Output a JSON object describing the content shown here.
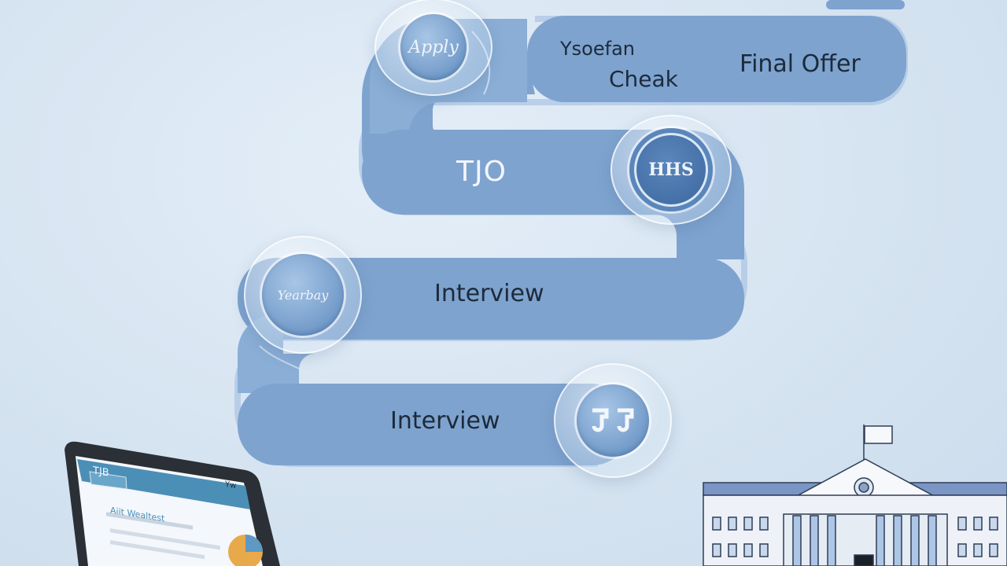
{
  "steps": [
    {
      "label": "Final Offer"
    },
    {
      "label": "TJO"
    },
    {
      "label": "Interview"
    },
    {
      "label": "Interview"
    }
  ],
  "top_text": {
    "line1": "Ysoefan",
    "line2": "Cheak"
  },
  "badges": {
    "apply": "Apply",
    "hhs": "HHS",
    "yearbay": "Yearbay",
    "icon": "two-hooks-icon"
  },
  "laptop": {
    "header": "TJB",
    "tab": "Yw",
    "heading": "Aiit Wealtest"
  },
  "colors": {
    "ribbon": "#7ea3cf",
    "ribbon_edge": "#a9c3e2",
    "background": "#d6e4f1",
    "text": "#1d2a3a"
  }
}
